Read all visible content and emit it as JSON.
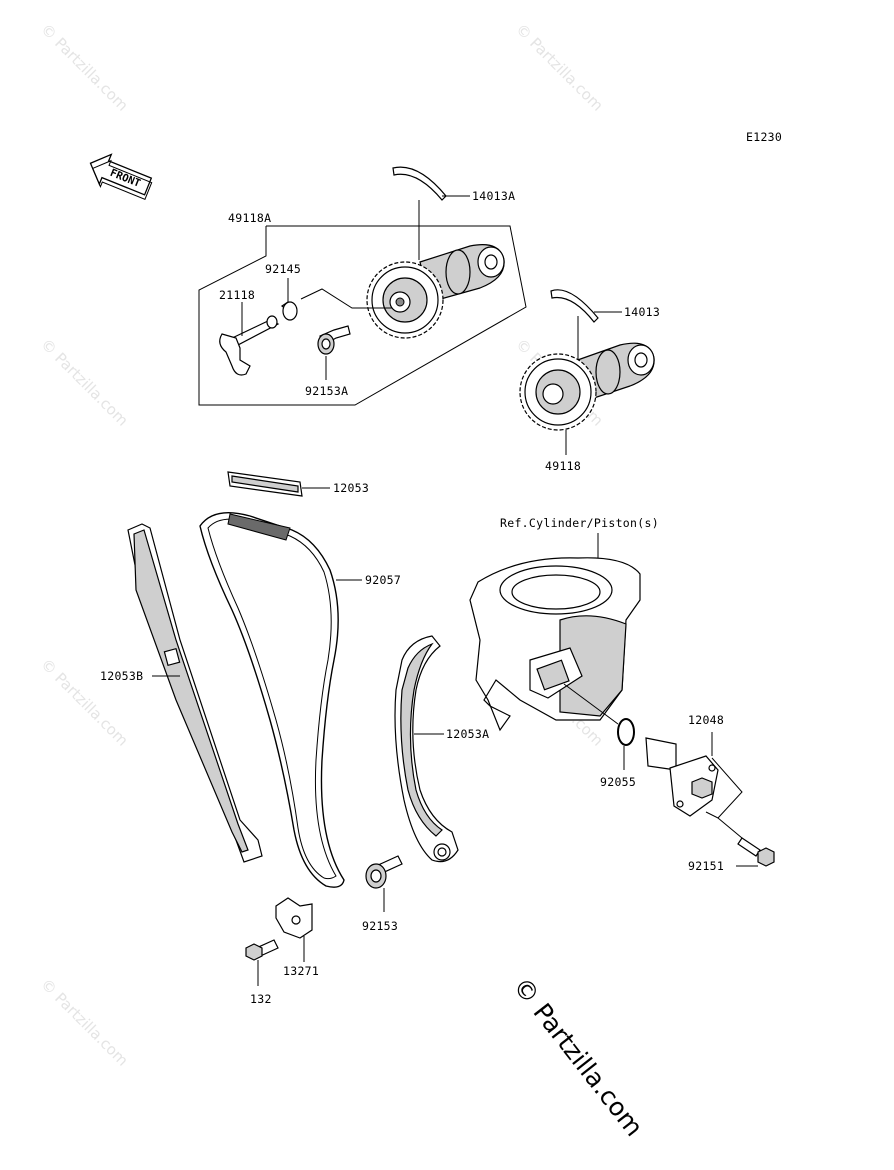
{
  "diagram": {
    "code": "E1230",
    "direction_label": "FRONT",
    "ref_note": "Ref.Cylinder/Piston(s)",
    "parts": {
      "p14013A": "14013A",
      "p49118A": "49118A",
      "p92145": "92145",
      "p21118": "21118",
      "p92153A": "92153A",
      "p14013": "14013",
      "p49118": "49118",
      "p12053": "12053",
      "p92057": "92057",
      "p12053B": "12053B",
      "p12053A": "12053A",
      "p92055": "92055",
      "p12048": "12048",
      "p92151": "92151",
      "p92153": "92153",
      "p13271": "13271",
      "p132": "132"
    }
  },
  "watermarks": {
    "small": "© Partzilla.com",
    "large": "© Partzilla.com"
  }
}
